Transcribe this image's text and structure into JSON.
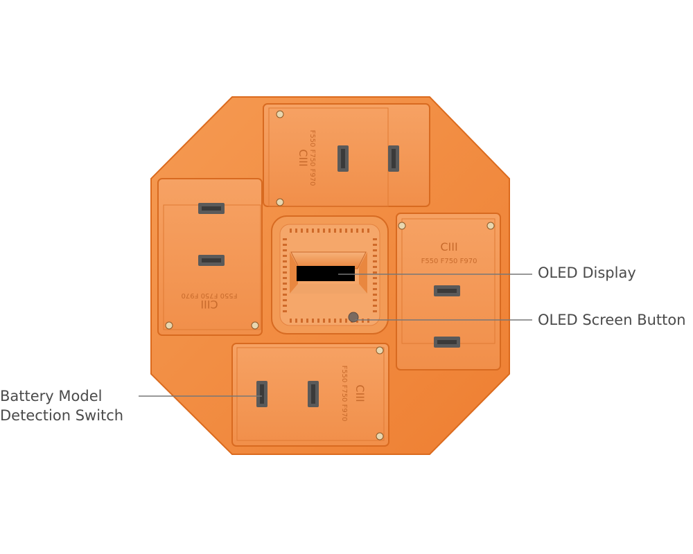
{
  "callouts": {
    "oled_display": "OLED Display",
    "oled_screen_button": "OLED Screen Button",
    "battery_model_detection_switch_line1": "Battery Model",
    "battery_model_detection_switch_line2": "Detection Switch"
  },
  "slot_text": {
    "models": "F550 F750 F970"
  },
  "colors": {
    "body": "#f28a3f",
    "body_edge": "#e06f22",
    "slot": "#f49957",
    "slot_edge": "#dc6b1f",
    "leader_line": "#777777",
    "label_text": "#4a4a4a",
    "screen": "#000000"
  }
}
